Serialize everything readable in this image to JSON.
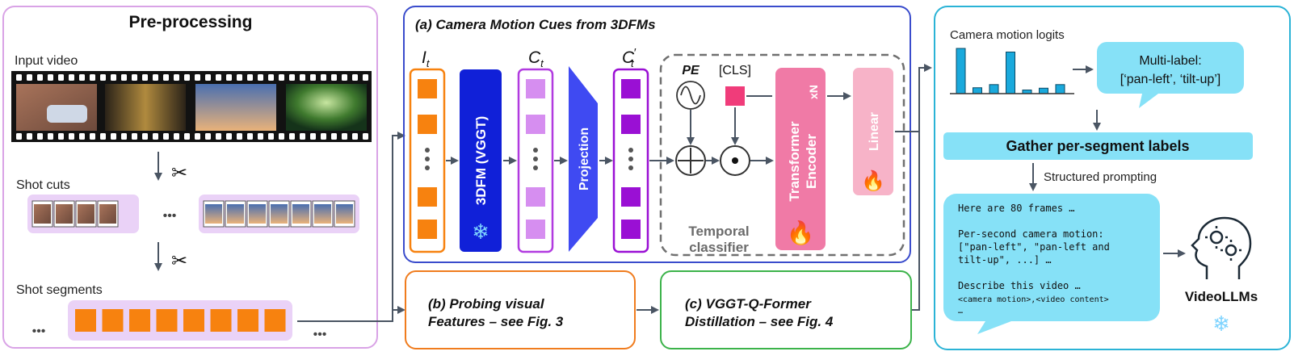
{
  "preprocessing": {
    "title": "Pre-processing",
    "input_video": "Input video",
    "shot_cuts": "Shot cuts",
    "shot_segments": "Shot segments",
    "ellipsis": "•••"
  },
  "panel_a": {
    "title": "(a) Camera Motion Cues from 3DFMs",
    "it_label": "I",
    "it_sub": "t",
    "ct_label": "C",
    "ct_sub": "t",
    "ctp_label": "C",
    "ctp_sub": "t",
    "ctp_prime": "′",
    "tdfm_label": "3DFM (VGGT)",
    "projection_label": "Projection",
    "pe_label": "PE",
    "cls_label": "[CLS]",
    "transformer_label_1": "Transformer",
    "transformer_label_2": "Encoder",
    "xn_label": "xN",
    "linear_label": "Linear",
    "temporal_1": "Temporal",
    "temporal_2": "classifier"
  },
  "panel_b": {
    "line1": "(b) Probing visual",
    "line2": "Features – see Fig. 3"
  },
  "panel_c": {
    "line1": "(c) VGGT-Q-Former",
    "line2": "Distillation – see Fig. 4"
  },
  "right": {
    "logits_title": "Camera motion logits",
    "multilabel_1": "Multi-label:",
    "multilabel_2": "[‘pan-left’, ‘tilt-up’]",
    "gather": "Gather per-segment labels",
    "structured": "Structured prompting",
    "prompt_lines": [
      "Here are 80 frames …",
      "Per-second camera motion:",
      "[\"pan-left\", \"pan-left and",
      "tilt-up\", ...] …",
      "Describe this video …",
      "<camera motion>,<video content>",
      "…"
    ],
    "videollms": "VideoLLMs"
  },
  "logits": {
    "values": [
      1.0,
      0.13,
      0.2,
      0.92,
      0.08,
      0.12,
      0.2
    ]
  },
  "colors": {
    "preprocessing_border": "#d9a3e6",
    "panel_a_border": "#3a4ccc",
    "panel_b_border": "#f07c1e",
    "panel_c_border": "#3cb34a",
    "right_border": "#2bb3d6",
    "orange": "#f7820f",
    "violet_light": "#d68ef0",
    "violet_dark": "#9a10d4",
    "blue_block": "#1020d8",
    "projection": "#3f4af2",
    "pink": "#f07aa6",
    "linear": "#f7b3c8",
    "cyan": "#86e1f7",
    "bar": "#1aa9dc",
    "cls": "#f03c7a",
    "shot_bg": "#ead2f7"
  }
}
